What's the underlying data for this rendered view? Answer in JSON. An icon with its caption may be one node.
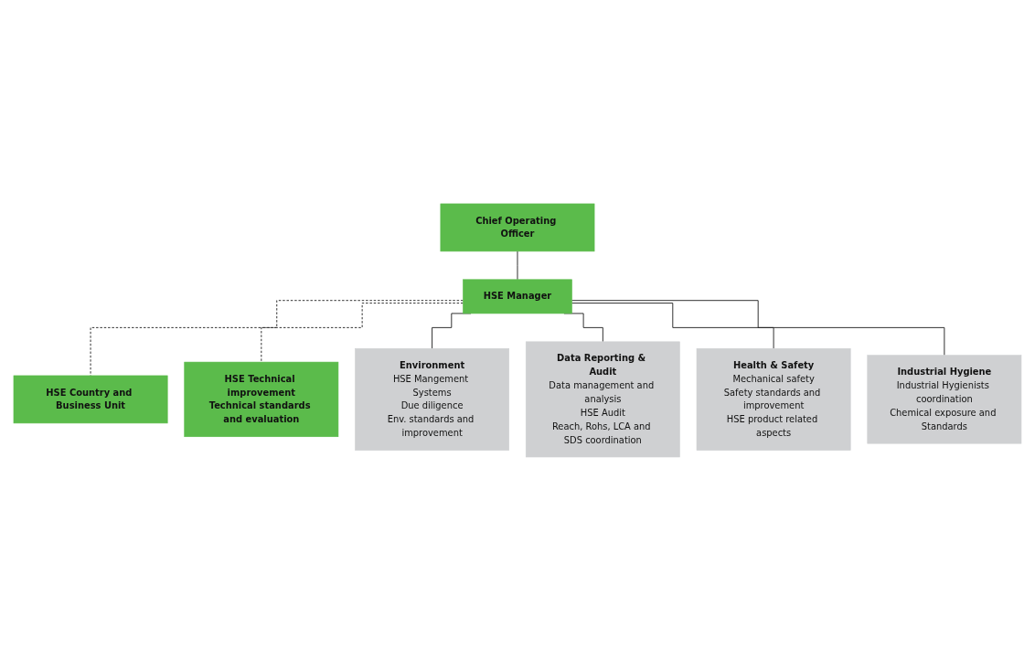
{
  "diagram": {
    "nodes": [
      {
        "text": [
          "Chief Operating Officer"
        ]
      },
      {
        "text": [
          "HSE Country and Business Unit"
        ]
      },
      {
        "text": [
          "HSE Manager"
        ]
      },
      {
        "text": [
          "HSE Technical improvement",
          "Technical standards and evaluation"
        ]
      },
      {
        "text": [
          "Environment",
          "HSE Mangement Systems",
          "Due diligence",
          "Env. standards and improvement"
        ]
      },
      {
        "text": [
          "Data Reporting & Audit",
          "Data management and analysis",
          "HSE Audit",
          "Reach, Rohs, LCA and SDS coordination"
        ]
      },
      {
        "text": [
          "Health & Safety",
          "Mechanical safety",
          "Safety standards and improvement",
          "HSE product related aspects"
        ]
      },
      {
        "text": [
          "Industrial Hygiene",
          "Industrial Hygienists coordination",
          "Chemical exposure and Standards"
        ]
      }
    ],
    "edges": [
      {
        "from": 0,
        "to": 2,
        "arrow": "none"
      },
      {
        "from": 2,
        "to": 1,
        "arrow": "none",
        "style": "dashed"
      },
      {
        "from": 2,
        "to": 3,
        "arrow": "none",
        "style": "dashed"
      },
      {
        "from": 2,
        "to": 4,
        "arrow": "none"
      },
      {
        "from": 2,
        "to": 5,
        "arrow": "none"
      },
      {
        "from": 2,
        "to": 6,
        "arrow": "none"
      },
      {
        "from": 2,
        "to": 7,
        "arrow": "none"
      }
    ]
  }
}
